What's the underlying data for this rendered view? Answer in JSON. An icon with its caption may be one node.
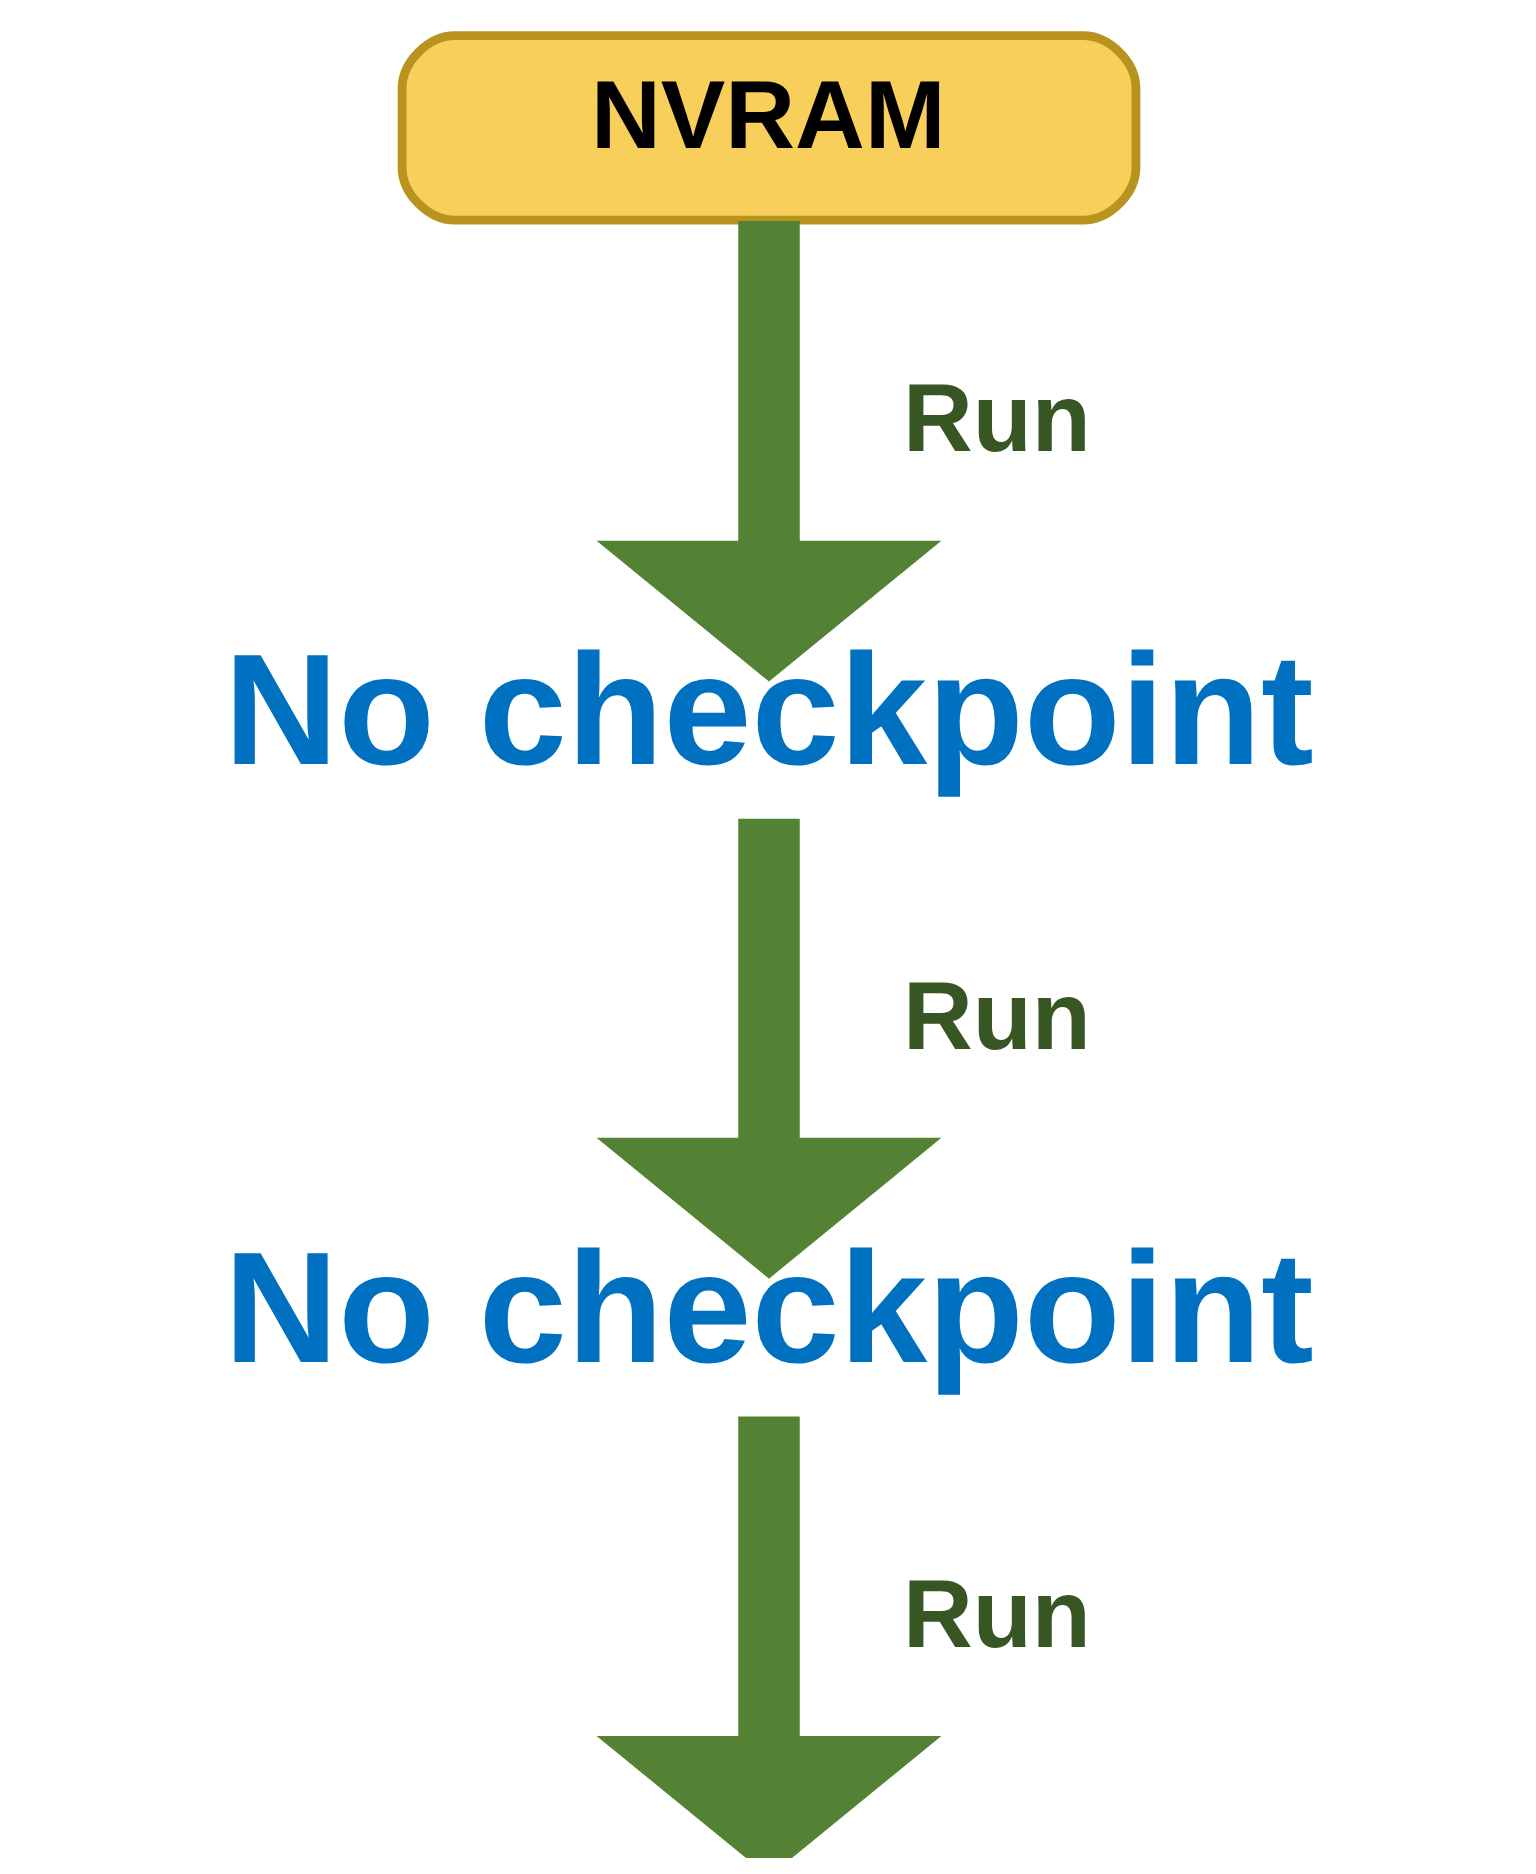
{
  "diagram": {
    "nodes": [
      {
        "text": [
          "NVRAM"
        ]
      },
      {
        "text": [
          "No checkpoint"
        ]
      },
      {
        "text": [
          "No checkpoint"
        ]
      }
    ],
    "edges": [
      {
        "from": 0,
        "to": 1,
        "arrow": "to",
        "label": "Run"
      },
      {
        "from": 1,
        "to": 2,
        "arrow": "to",
        "label": "Run"
      },
      {
        "from": 2,
        "to": null,
        "arrow": "to",
        "label": "Run"
      }
    ]
  }
}
